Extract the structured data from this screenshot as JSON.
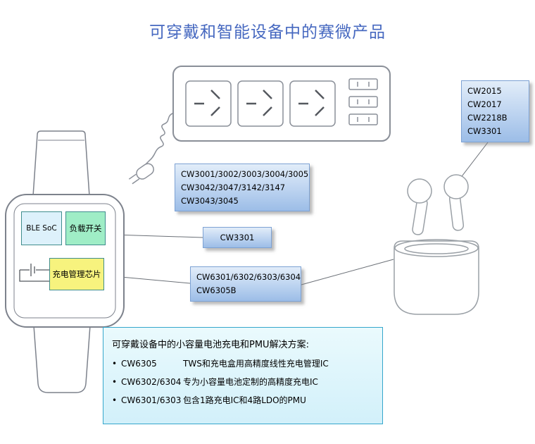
{
  "title": "可穿戴和智能设备中的赛微产品",
  "watch": {
    "ble_soc_label": "BLE SoC",
    "load_switch_label": "负载开关",
    "charge_mgmt_label": "充电管理芯片"
  },
  "callouts": {
    "gauge_box": {
      "lines": [
        "CW2015",
        "CW2017",
        "CW2218B",
        "CW3301"
      ]
    },
    "charger_box": {
      "lines": [
        "CW3001/3002/3003/3004/3005",
        "CW3042/3047/3142/3147",
        "CW3043/3045"
      ]
    },
    "cw3301_box": {
      "label": "CW3301"
    },
    "pmu_box": {
      "lines": [
        "CW6301/6302/6303/6304",
        "CW6305B"
      ]
    }
  },
  "solution_box": {
    "heading": "可穿戴设备中的小容量电池充电和PMU解决方案:",
    "bullet_char": "•",
    "bullets": [
      {
        "part": "CW6305",
        "desc": "TWS和充电盒用高精度线性充电管理IC"
      },
      {
        "part": "CW6302/6304",
        "desc": "专为小容量电池定制的高精度充电IC"
      },
      {
        "part": "CW6301/6303",
        "desc": "包含1路充电IC和4路LDO的PMU"
      }
    ]
  },
  "colors": {
    "title_blue": "#4668c0",
    "callout_border": "#7da2d4",
    "callout_fill_top": "#e2edf9",
    "callout_fill_bottom": "#9cbde7",
    "solution_border": "#35a7cc",
    "solution_fill": "#d2f0fa",
    "ble_box_blue": "#ddf1fb",
    "load_switch_green": "#9fedc6",
    "chip_yellow": "#f7f37e",
    "line_gray": "#8a8f98"
  }
}
